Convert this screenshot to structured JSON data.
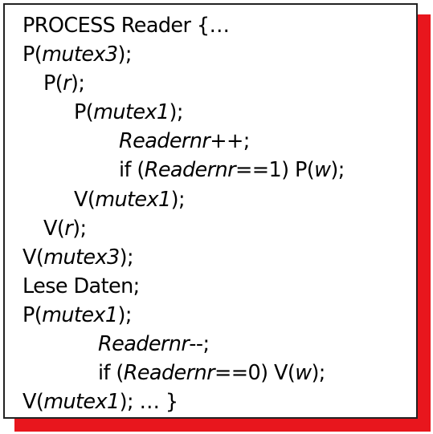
{
  "lines": [
    {
      "indent": 0,
      "parts": [
        {
          "t": "PROCESS Reader {…",
          "i": false
        }
      ]
    },
    {
      "indent": 0,
      "parts": [
        {
          "t": "P(",
          "i": false
        },
        {
          "t": "mutex3",
          "i": true
        },
        {
          "t": ");",
          "i": false
        }
      ]
    },
    {
      "indent": 1,
      "parts": [
        {
          "t": "P(",
          "i": false
        },
        {
          "t": "r",
          "i": true
        },
        {
          "t": ");",
          "i": false
        }
      ]
    },
    {
      "indent": 2,
      "parts": [
        {
          "t": "P(",
          "i": false
        },
        {
          "t": "mutex1",
          "i": true
        },
        {
          "t": ");",
          "i": false
        }
      ]
    },
    {
      "indent": 3,
      "parts": [
        {
          "t": "Readernr",
          "i": true
        },
        {
          "t": "++;",
          "i": false
        }
      ]
    },
    {
      "indent": 3,
      "parts": [
        {
          "t": "if (",
          "i": false
        },
        {
          "t": "Readernr",
          "i": true
        },
        {
          "t": "==1) P(",
          "i": false
        },
        {
          "t": "w",
          "i": true
        },
        {
          "t": ");",
          "i": false
        }
      ]
    },
    {
      "indent": 2,
      "parts": [
        {
          "t": "V(",
          "i": false
        },
        {
          "t": "mutex1",
          "i": true
        },
        {
          "t": ");",
          "i": false
        }
      ]
    },
    {
      "indent": 1,
      "parts": [
        {
          "t": "V(",
          "i": false
        },
        {
          "t": "r",
          "i": true
        },
        {
          "t": ");",
          "i": false
        }
      ]
    },
    {
      "indent": 0,
      "parts": [
        {
          "t": "V(",
          "i": false
        },
        {
          "t": "mutex3",
          "i": true
        },
        {
          "t": ");",
          "i": false
        }
      ]
    },
    {
      "indent": 0,
      "parts": [
        {
          "t": "Lese Daten;",
          "i": false
        }
      ]
    },
    {
      "indent": 0,
      "parts": [
        {
          "t": "P(",
          "i": false
        },
        {
          "t": "mutex1",
          "i": true
        },
        {
          "t": ");",
          "i": false
        }
      ]
    },
    {
      "indent": 4,
      "parts": [
        {
          "t": "Readernr",
          "i": true
        },
        {
          "t": "--;",
          "i": false
        }
      ]
    },
    {
      "indent": 4,
      "parts": [
        {
          "t": "if (",
          "i": false
        },
        {
          "t": "Readernr",
          "i": true
        },
        {
          "t": "==0) V(",
          "i": false
        },
        {
          "t": "w",
          "i": true
        },
        {
          "t": ");",
          "i": false
        }
      ]
    },
    {
      "indent": 0,
      "parts": [
        {
          "t": "V(",
          "i": false
        },
        {
          "t": "mutex1",
          "i": true
        },
        {
          "t": "); … }",
          "i": false
        }
      ]
    }
  ],
  "colors": {
    "shadow": "#e8161d",
    "border": "#222222",
    "text": "#000000"
  }
}
